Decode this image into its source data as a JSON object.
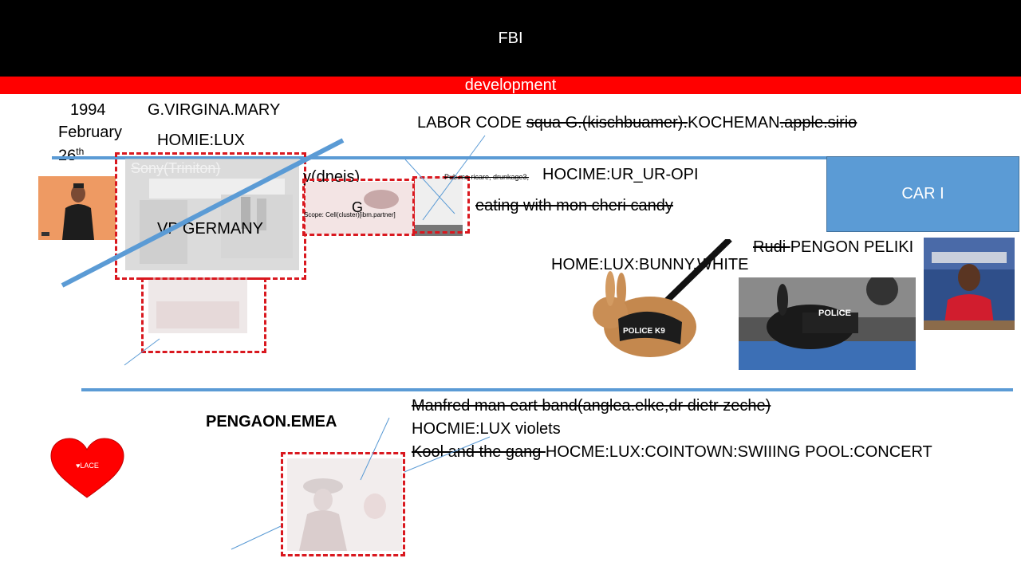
{
  "header": {
    "title": "FBI",
    "subtitle": "development"
  },
  "timeline": {
    "year": "1994",
    "month": "February",
    "day": "26",
    "day_suffix": "th"
  },
  "labels": {
    "virgina": "G.VIRGINA.MARY",
    "homie_lux": "HOMIE:LUX",
    "sony": "Sony(Triniton)",
    "vp_germany": "VP GERMANY",
    "dneis": "y(dneis)",
    "g": "G",
    "scope": "Scope: Cell(cluster)[ibm.partner]",
    "labor_code": "LABOR CODE ",
    "labor_strike1": "squa G.(kischbuamer).",
    "labor_kocheman": "KOCHEMAN",
    "labor_strike2": ".apple.sirio",
    "small_strike": "Pub.ma ricare, drunkage3,",
    "hocime": "HOCIME:UR_UR-OPI",
    "eating": "eating with mon cheri candy",
    "car": "CAR I",
    "rudi_strike": "Rudi ",
    "pengon": "PENGON PELIKI",
    "bunny": "HOME:LUX:BUNNY.WHITE",
    "police_k9": "POLICE K9",
    "police": "POLICE",
    "pengaon": "PENGAON.EMEA",
    "manfred": "Manfred man eart band(anglea.elke,dr dietr zeche)",
    "hocmie_violets": "HOCMIE:LUX violets",
    "kool_strike": "Kool and the gang ",
    "hocme_concert": "HOCME:LUX:COINTOWN:SWIIING POOL:CONCERT",
    "heart": "LACE"
  },
  "colors": {
    "header_bg": "#000000",
    "subbar_bg": "#ff0000",
    "accent_line": "#5b9bd5",
    "dashed": "#d9181f"
  }
}
